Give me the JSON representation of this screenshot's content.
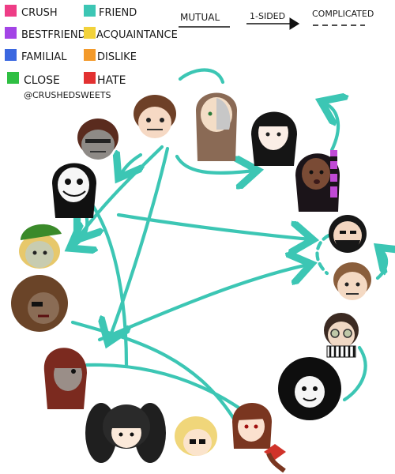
{
  "legend": {
    "items": [
      {
        "label": "CRUSH",
        "color": "#ee3d86"
      },
      {
        "label": "FRIEND",
        "color": "#3cc6b4"
      },
      {
        "label": "BESTFRIEND",
        "color": "#a344e6"
      },
      {
        "label": "ACQUAINTANCE",
        "color": "#f2d23a"
      },
      {
        "label": "FAMILIAL",
        "color": "#3a67e0"
      },
      {
        "label": "DISLIKE",
        "color": "#f39a2a"
      },
      {
        "label": "CLOSE",
        "color": "#2fbf43"
      },
      {
        "label": "HATE",
        "color": "#e23131"
      }
    ],
    "credit": "@CRUSHEDSWEETS"
  },
  "key": {
    "mutual": "MUTUAL",
    "one_sided": "1-SIDED",
    "complicated": "COMPLICATED"
  },
  "characters": [
    {
      "id": "brown-curly-grey",
      "hair": "#5a2b1e",
      "skin": "#8e8a86"
    },
    {
      "id": "brown-bandaged",
      "hair": "#6e4027",
      "skin": "#f6d9c4"
    },
    {
      "id": "long-hair-masked",
      "hair": "#8a6a55",
      "skin": "#f3ddc6"
    },
    {
      "id": "black-hair-pale",
      "hair": "#151515",
      "skin": "#fbeee6"
    },
    {
      "id": "black-pink-braid",
      "hair": "#1b1419",
      "skin": "#7a4b35"
    },
    {
      "id": "white-face-smile",
      "hair": "#111111",
      "skin": "#f6f6f6"
    },
    {
      "id": "green-cap-elf",
      "hair": "#e7c86b",
      "skin": "#c8ccb0"
    },
    {
      "id": "bearded-dark",
      "hair": "#171717",
      "skin": "#f3d6c0"
    },
    {
      "id": "short-brown",
      "hair": "#8a5e3c",
      "skin": "#f4d9c3"
    },
    {
      "id": "big-curly-brown",
      "hair": "#6a4428",
      "skin": "#8a6c55"
    },
    {
      "id": "goggles-striped",
      "hair": "#3b2a22",
      "skin": "#f0d8c4"
    },
    {
      "id": "auburn-wavy",
      "hair": "#7b2a1f",
      "skin": "#9a8e88"
    },
    {
      "id": "afro-black",
      "hair": "#0e0e0e",
      "skin": "#f5f5f5"
    },
    {
      "id": "black-pigtails",
      "hair": "#1f1f1f",
      "skin": "#fbe9da"
    },
    {
      "id": "blonde-bob",
      "hair": "#f0d67a",
      "skin": "#fbe4cc"
    },
    {
      "id": "red-bow-girl",
      "hair": "#7a3620",
      "skin": "#fbe1cf"
    }
  ]
}
